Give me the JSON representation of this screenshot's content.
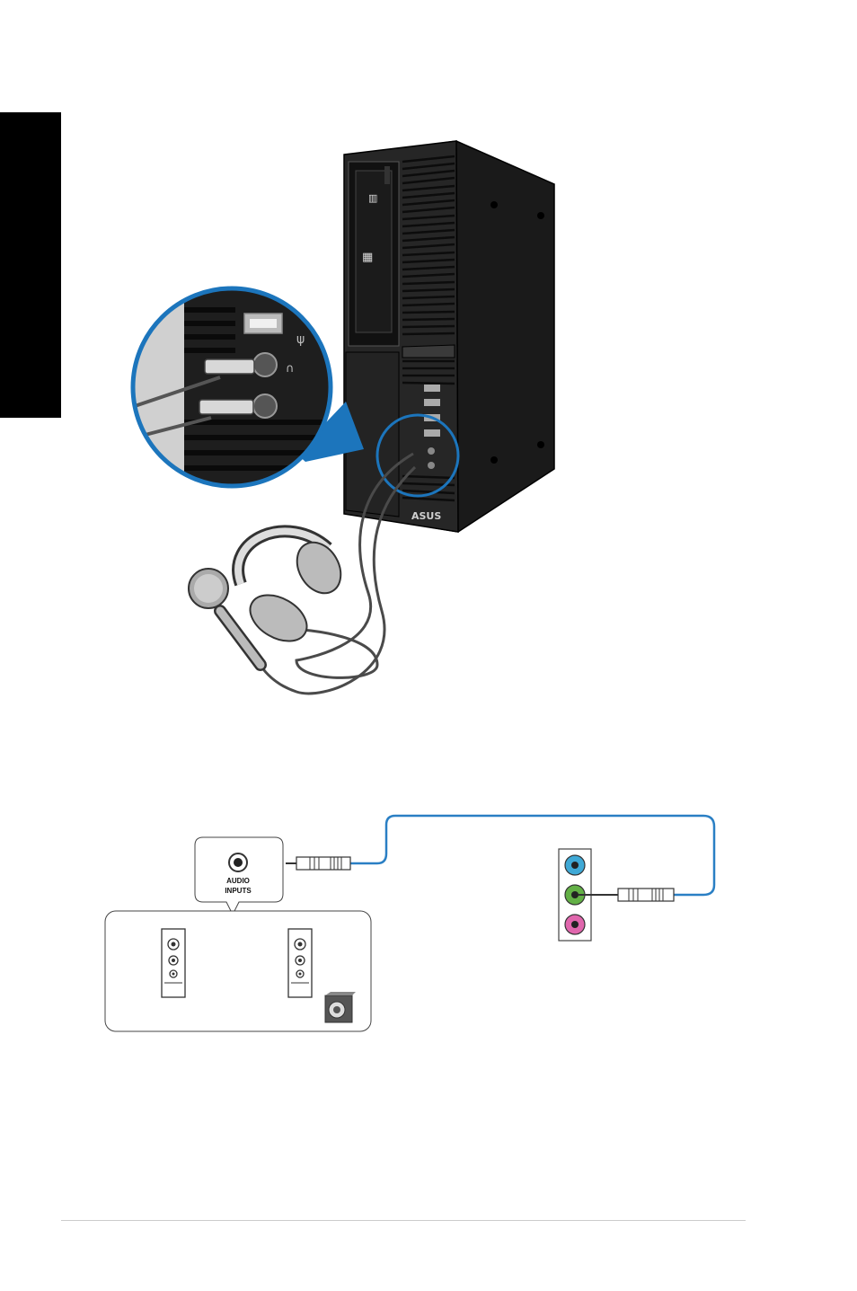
{
  "labels": {
    "audio_inputs_line1": "AUDIO",
    "audio_inputs_line2": "INPUTS"
  },
  "brand_text": "ASUS",
  "colors": {
    "side_tab": "#000000",
    "callout_blue": "#1c75bc",
    "cable_blue": "#2a7fc4",
    "jack_line_in": "#3fa9d6",
    "jack_line_out": "#63b046",
    "jack_mic": "#e066ad",
    "chassis": "#222222",
    "footer_rule": "#cccccc"
  },
  "icons": [
    "desktop-tower-illustration",
    "headphones-icon",
    "microphone-icon",
    "speaker-icon",
    "subwoofer-icon",
    "audio-plug-icon"
  ]
}
